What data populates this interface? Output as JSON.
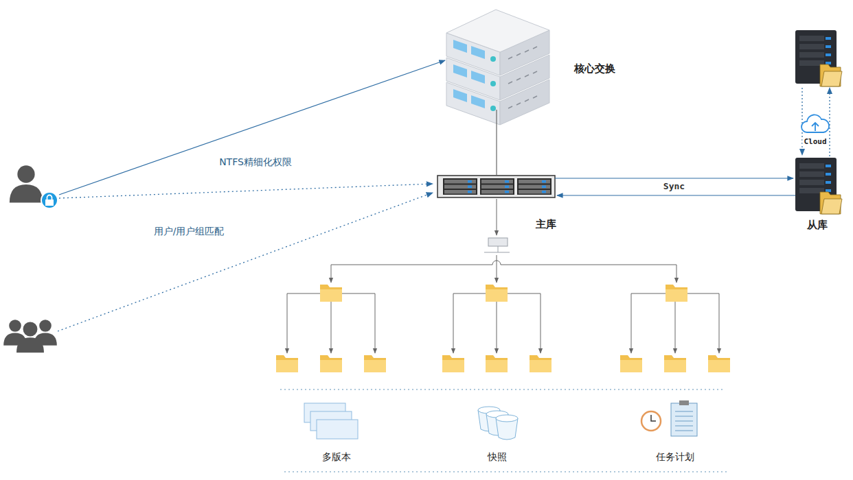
{
  "diagram": {
    "nodes": [
      {
        "text": [
          "核心交换"
        ]
      },
      {
        "text": [
          "Cloud"
        ]
      },
      {
        "text": [
          "主库"
        ]
      },
      {
        "text": [
          "从库"
        ]
      },
      {
        "text": [
          "多版本"
        ]
      },
      {
        "text": [
          "快照"
        ]
      },
      {
        "text": [
          "任务计划"
        ]
      }
    ],
    "edges": [
      {
        "from": 0,
        "to": 2,
        "arrow": "none"
      },
      {
        "from": 2,
        "to": 3,
        "label": "Sync",
        "arrow": "to"
      },
      {
        "from": 3,
        "to": 2,
        "arrow": "to"
      }
    ],
    "labels": [
      "NTFS精细化权限",
      "用户/用户组匹配"
    ]
  }
}
